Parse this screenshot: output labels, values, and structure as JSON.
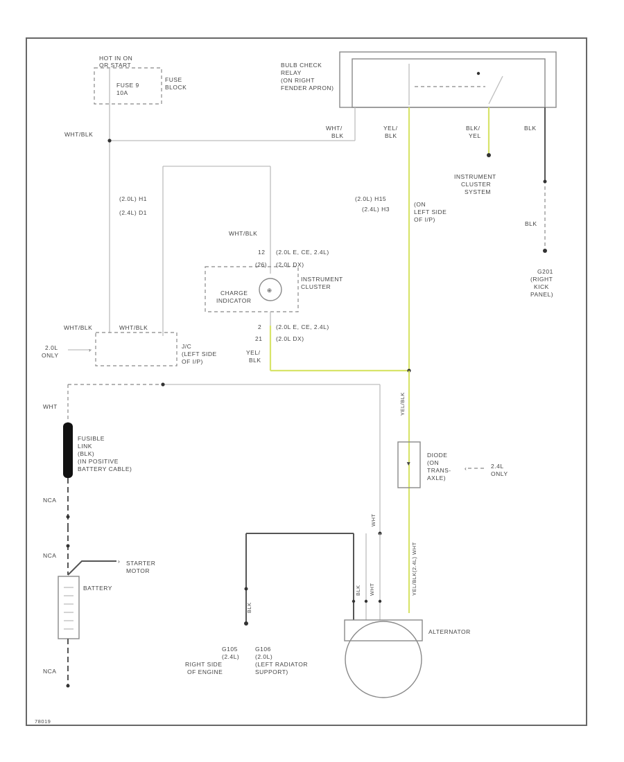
{
  "labels": {
    "hot_in_on": "HOT IN ON",
    "hot_in_on_2": "OR START",
    "fuse_block": "FUSE",
    "fuse_block_2": "BLOCK",
    "fuse_name": "FUSE 9",
    "fuse_amp": "10A",
    "bulb_check_relay": "BULB CHECK",
    "bulb_check_relay_2": "RELAY",
    "bulb_check_relay_3": "(ON RIGHT",
    "bulb_check_relay_4": "FENDER APRON)",
    "wht_blk_top": "WHT/BLK",
    "wht_blk_relay_1": "WHT/",
    "wht_blk_relay_2": "BLK",
    "yel_blk_relay_1": "YEL/",
    "yel_blk_relay_2": "BLK",
    "blk_yel_1": "BLK/",
    "blk_yel_2": "YEL",
    "blk_right": "BLK",
    "instrument_cluster_system_1": "INSTRUMENT",
    "instrument_cluster_system_2": "CLUSTER",
    "instrument_cluster_system_3": "SYSTEM",
    "blk_lower": "BLK",
    "g201_1": "G201",
    "g201_2": "(RIGHT",
    "g201_3": "KICK",
    "g201_4": "PANEL)",
    "c_20l_h1": "(2.0L) H1",
    "c_24l_d1": "(2.4L) D1",
    "c_20l_h15": "(2.0L) H15",
    "c_24l_h3": "(2.4L) H3",
    "c_24l_h3_desc_1": "(ON",
    "c_24l_h3_desc_2": "LEFT SIDE",
    "c_24l_h3_desc_3": "OF I/P)",
    "wht_blk_mid": "WHT/BLK",
    "pin_12": "12",
    "pin_26": "(26)",
    "pin_12_models": "(2.0L E, CE, 2.4L)",
    "pin_26_models": "(2.0L DX)",
    "charge_indicator_1": "CHARGE",
    "charge_indicator_2": "INDICATOR",
    "instrument_cluster_1": "INSTRUMENT",
    "instrument_cluster_2": "CLUSTER",
    "pin_2": "2",
    "pin_21": "21",
    "pin_2_models": "(2.0L E, CE, 2.4L)",
    "pin_21_models": "(2.0L DX)",
    "yel_blk_left_1": "YEL/",
    "yel_blk_left_2": "BLK",
    "wht_blk_jc_1": "WHT/BLK",
    "wht_blk_jc_2": "WHT/BLK",
    "jc_name": "J/C",
    "jc_desc_1": "(LEFT SIDE",
    "jc_desc_2": "OF I/P)",
    "only_20l_1": "2.0L",
    "only_20l_2": "ONLY",
    "wht_left": "WHT",
    "fusible_link_1": "FUSIBLE",
    "fusible_link_2": "LINK",
    "fusible_link_3": "(BLK)",
    "fusible_link_4": "(IN POSITIVE",
    "fusible_link_5": "BATTERY CABLE)",
    "nca_1": "NCA",
    "nca_2": "NCA",
    "starter_motor_1": "STARTER",
    "starter_motor_2": "MOTOR",
    "battery": "BATTERY",
    "nca_3": "NCA",
    "yel_blk_vertical": "YEL/BLK",
    "diode_1": "DIODE",
    "diode_2": "(ON",
    "diode_3": "TRANS-",
    "diode_4": "AXLE)",
    "only_24l_1": "2.4L",
    "only_24l_2": "ONLY",
    "wht_right": "WHT",
    "blk_v": "BLK",
    "wht_v": "WHT",
    "yel_blk_alt": "YEL/BLK(2.4L) WHT",
    "alternator": "ALTERNATOR",
    "blk_ground": "BLK",
    "g105_1": "G105",
    "g105_2": "(2.4L)",
    "g105_3": "RIGHT SIDE",
    "g105_4": "OF ENGINE",
    "g106_1": "G106",
    "g106_2": "(2.0L)",
    "g106_3": "(LEFT RADIATOR",
    "g106_4": "SUPPORT)",
    "figure_id": "78019"
  },
  "colors": {
    "frame": "#666666",
    "wire_light": "#bdbdbd",
    "wire_dark": "#555555",
    "wire_yellow": "#d8e46a"
  }
}
